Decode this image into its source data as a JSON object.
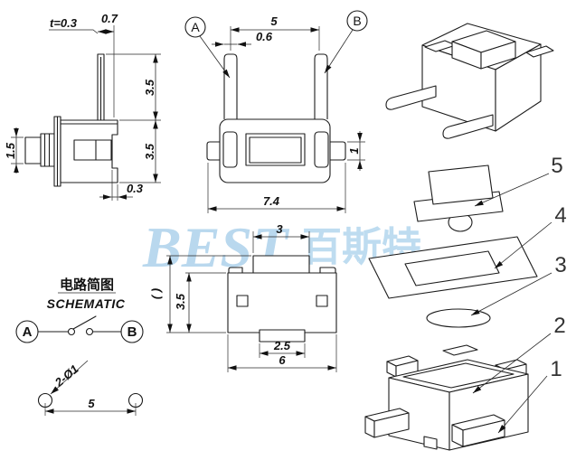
{
  "watermark": {
    "brand": "BEST",
    "cn": "百斯特"
  },
  "side_view": {
    "dim_pin_thickness": "t=0.3",
    "dim_pin_width": "0.7",
    "dim_pin_height": "3.5",
    "dim_body_height": "3.5",
    "dim_button_height": "1.5",
    "dim_step": "0.3"
  },
  "top_view": {
    "terminal_a": "A",
    "terminal_b": "B",
    "dim_pin_spacing": "5",
    "dim_pin_width": "0.6",
    "dim_tab_width": "1",
    "dim_body_width": "7.4"
  },
  "front_view": {
    "dim_button_width": "3",
    "dim_overall_ref": "( )",
    "dim_body_height": "3.5",
    "dim_boss_width": "2.5",
    "dim_body_width": "6"
  },
  "schematic": {
    "title_cn": "电路简图",
    "title_en": "SCHEMATIC",
    "terminal_a": "A",
    "terminal_b": "B"
  },
  "pcb": {
    "dim_holes": "2-Ø1",
    "dim_spacing": "5"
  },
  "exploded": {
    "parts": [
      "5",
      "4",
      "3",
      "2",
      "1"
    ]
  }
}
